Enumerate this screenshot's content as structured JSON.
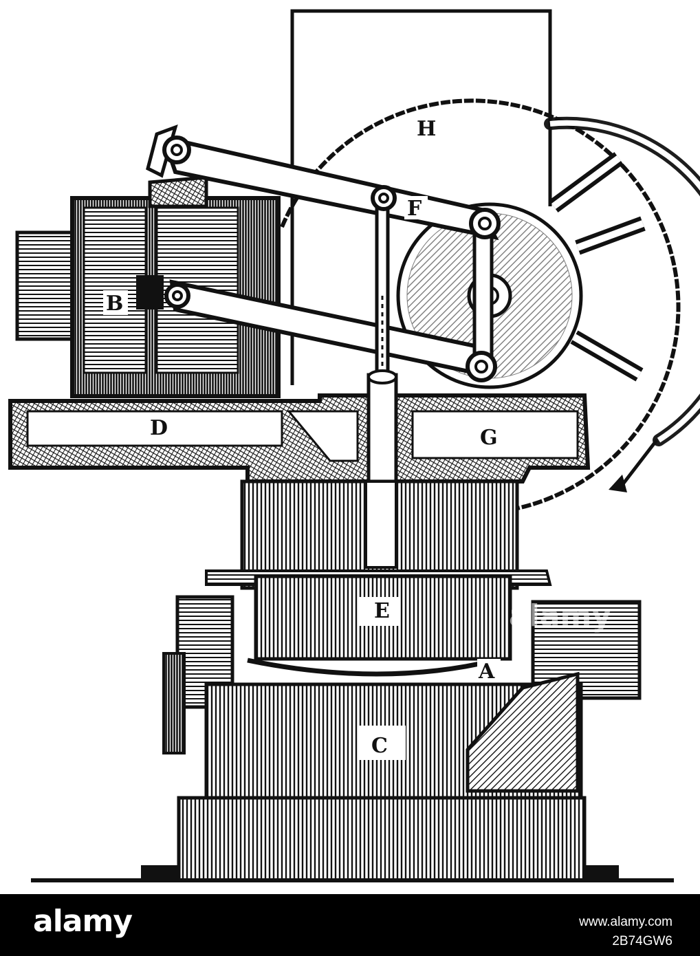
{
  "diagram": {
    "labels": {
      "A": "A",
      "B": "B",
      "C": "C",
      "D": "D",
      "E": "E",
      "F": "F",
      "G": "G",
      "H": "H"
    }
  },
  "footer": {
    "brand": "alamy",
    "watermark": "alamy",
    "stock_id": "2B74GW6",
    "url": "www.alamy.com"
  },
  "colors": {
    "ink": "#111111",
    "paper": "#ffffff",
    "footer_bg": "#000000"
  }
}
